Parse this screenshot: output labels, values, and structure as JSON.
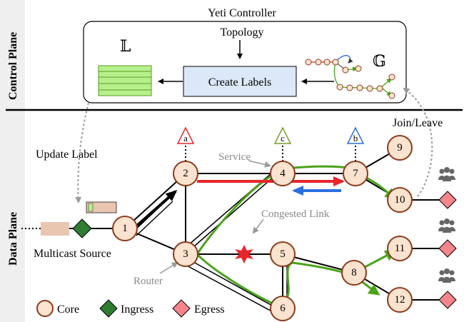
{
  "side_labels": {
    "control": "Control Plane",
    "data": "Data Plane"
  },
  "controller": {
    "title": "Yeti Controller",
    "topology": "Topology",
    "create_labels": "Create Labels",
    "label_set_symbol": "𝕃",
    "graph_symbol": "𝔾"
  },
  "annotations": {
    "update_label": "Update Label",
    "join_leave": "Join/Leave",
    "service": "Service",
    "congested_link": "Congested Link",
    "router": "Router",
    "multicast_source": "Multicast Source"
  },
  "services": [
    {
      "label": "a",
      "color": "#e8252b"
    },
    {
      "label": "c",
      "color": "#7a9a2e"
    },
    {
      "label": "b",
      "color": "#2a6fdb"
    }
  ],
  "nodes": [
    "1",
    "2",
    "3",
    "4",
    "5",
    "6",
    "7",
    "8",
    "9",
    "10",
    "11",
    "12"
  ],
  "legend": {
    "core": "Core",
    "ingress": "Ingress",
    "egress": "Egress"
  },
  "colors": {
    "node_fill": "#fbe3cf",
    "ingress": "#2e7d32",
    "egress": "#f4868b",
    "green_path": "#4aa31a",
    "red_path": "#e8252b",
    "blue_arrow": "#2c6fe0",
    "label_table": "#b6f08a",
    "create_box": "#dbe8f8"
  }
}
